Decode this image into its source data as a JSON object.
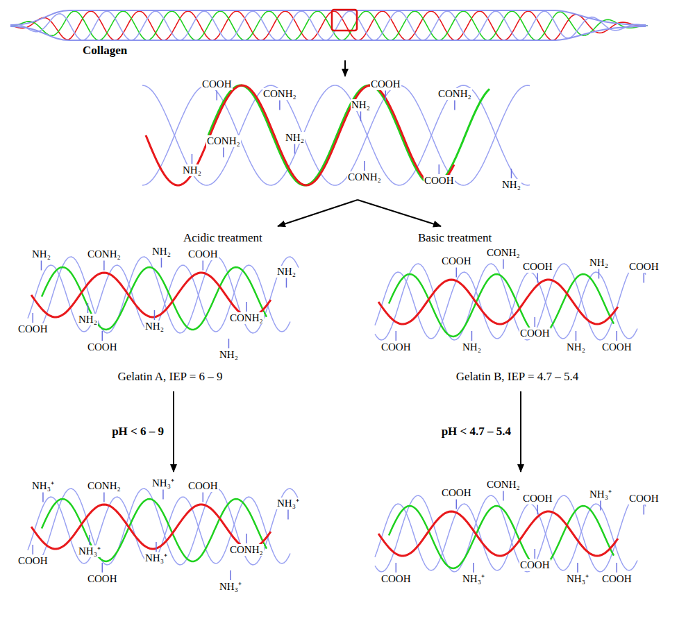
{
  "diagram": {
    "nodes": [
      {
        "text": [
          "Collagen"
        ]
      },
      {
        "text": [
          "COOH",
          "CONH₂",
          "COOH",
          "NH₂",
          "CONH₂",
          "CONH₂",
          "NH₂",
          "NH₂",
          "CONH₂",
          "COOH",
          "NH₂"
        ]
      },
      {
        "text": [
          "NH₂",
          "CONH₂",
          "NH₂",
          "COOH",
          "NH₂",
          "COOH",
          "NH₂",
          "NH₂",
          "CONH₂",
          "COOH",
          "NH₂",
          "Gelatin A, IEP = 6 – 9"
        ]
      },
      {
        "text": [
          "COOH",
          "CONH₂",
          "COOH",
          "NH₂",
          "COOH",
          "COOH",
          "NH₂",
          "COOH",
          "NH₂",
          "COOH",
          "Gelatin B, IEP = 4.7 – 5.4"
        ]
      },
      {
        "text": [
          "NH₃⁺",
          "CONH₂",
          "NH₃⁺",
          "COOH",
          "NH₃⁺",
          "COOH",
          "NH₃⁺",
          "NH₃⁺",
          "CONH₂",
          "COOH",
          "NH₃⁺"
        ]
      },
      {
        "text": [
          "COOH",
          "CONH₂",
          "COOH",
          "NH₃⁺",
          "COOH",
          "COOH",
          "NH₃⁺",
          "COOH",
          "NH₃⁺",
          "COOH"
        ]
      }
    ],
    "edges": [
      {
        "from": 0,
        "to": 1,
        "arrow": "to"
      },
      {
        "from": 1,
        "to": 2,
        "label": "Acidic treatment",
        "arrow": "to"
      },
      {
        "from": 1,
        "to": 3,
        "label": "Basic treatment",
        "arrow": "to"
      },
      {
        "from": 2,
        "to": 4,
        "label": "pH < 6 – 9",
        "arrow": "to"
      },
      {
        "from": 3,
        "to": 5,
        "label": "pH < 4.7 – 5.4",
        "arrow": "to"
      }
    ]
  }
}
